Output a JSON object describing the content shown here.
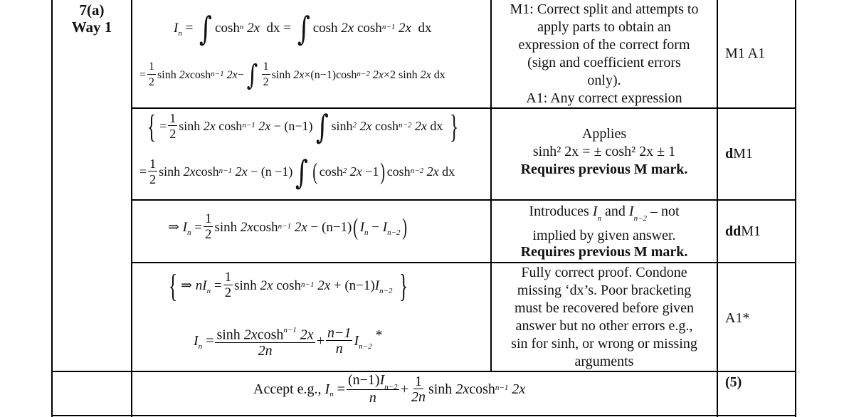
{
  "question": {
    "number": "7(a)",
    "method": "Way 1"
  },
  "rows": [
    {
      "working": [
        "I_n = ∫ cosh^n 2x dx = ∫ cosh 2x cosh^(n−1) 2x dx",
        "= 1/2 sinh 2x cosh^(n−1) 2x − ∫ 1/2 sinh 2x × (n−1) cosh^(n−2) 2x × 2 sinh 2x dx"
      ],
      "notes": [
        "M1: Correct split and attempts to",
        "apply parts to obtain an",
        "expression of the correct form",
        "(sign and coefficient errors",
        "only).",
        "A1: Any correct expression"
      ],
      "marks": "M1 A1"
    },
    {
      "working": [
        "{ = 1/2 sinh 2x cosh^(n−1) 2x − (n−1) ∫ sinh² 2x cosh^(n−2) 2x dx }",
        "= 1/2 sinh 2x cosh^(n−1) 2x − (n−1) ∫ (cosh² 2x − 1) cosh^(n−2) 2x dx"
      ],
      "notes": [
        "Applies",
        "sinh² 2x = ± cosh² 2x ± 1",
        "Requires previous M mark."
      ],
      "marks_bold": "d",
      "marks": "M1"
    },
    {
      "working": [
        "⇒ I_n = 1/2 sinh 2x cosh^(n−1) 2x − (n−1)(I_n − I_(n−2))"
      ],
      "notes": [
        "Introduces",
        "and",
        "– not",
        "implied by given answer.",
        "Requires previous M mark."
      ],
      "marks_bold": "dd",
      "marks": "M1"
    },
    {
      "working": [
        "{ ⇒ nI_n = 1/2 sinh 2x cosh^(n−1) 2x + (n−1) I_(n−2) }",
        "I_n = (sinh 2x cosh^(n−1) 2x)/(2n) + (n−1)/n I_(n−2) *"
      ],
      "notes": [
        "Fully correct proof. Condone",
        "missing ‘dx’s. Poor bracketing",
        "must be recovered before given",
        "answer but no other errors e.g.,",
        "sin for sinh, or wrong or missing",
        "arguments"
      ],
      "marks": "A1*"
    },
    {
      "working": [
        "Accept e.g., I_n = ((n−1) I_(n−2))/n + 1/(2n) sinh 2x cosh^(n−1) 2x"
      ],
      "accept_label": "Accept e.g.,",
      "marks": "(5)"
    }
  ],
  "sym": {
    "I": "I",
    "n": "n",
    "eq": "=",
    "int": "∫",
    "cosh": "cosh",
    "sinh": "sinh",
    "two_x": "2x",
    "dx": "dx",
    "one": "1",
    "two": "2",
    "minus": "−",
    "plus": "+",
    "times": "×",
    "n_minus_1": "n−1",
    "n_minus_2": "n−2",
    "implies": "⇒",
    "lbrace": "{",
    "rbrace": "}",
    "lparen": "(",
    "rparen": ")",
    "sq": "2",
    "star": "*",
    "two_n": "2n",
    "pm": "±",
    "nm1_paren": "(n−1)",
    "nm_1_paren": "(n −1)"
  }
}
